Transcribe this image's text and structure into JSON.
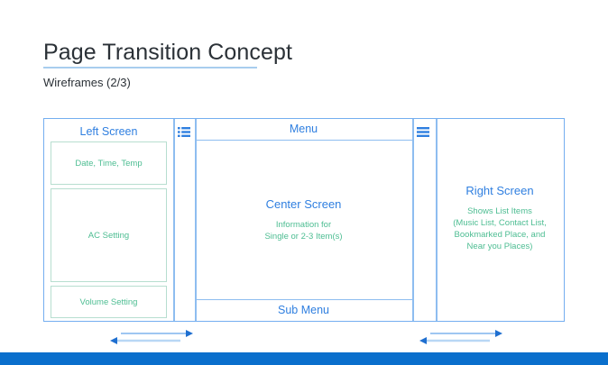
{
  "header": {
    "title": "Page Transition Concept",
    "subtitle": "Wireframes (2/3)"
  },
  "colors": {
    "blue_text": "#2f7fe0",
    "blue_line": "#8ebdf0",
    "green_text": "#4dbd92",
    "green_line": "#b7ded0",
    "bottom_bar": "#0a6fcc",
    "title_rule": "#a8cdee"
  },
  "wireframe": {
    "left_screen": {
      "heading": "Left Screen",
      "boxes": [
        {
          "label": "Date, Time, Temp"
        },
        {
          "label": "AC Setting"
        },
        {
          "label": "Volume Setting"
        }
      ]
    },
    "icons": {
      "left": "list-icon",
      "right": "hamburger-menu-icon"
    },
    "center_screen": {
      "menu_label": "Menu",
      "title": "Center Screen",
      "description_line1": "Information for",
      "description_line2": "Single or 2-3 Item(s)",
      "submenu_label": "Sub Menu"
    },
    "right_screen": {
      "title": "Right Screen",
      "description_line1": "Shows List Items",
      "description_line2": "(Music List, Contact List,",
      "description_line3": "Bookmarked Place, and",
      "description_line4": "Near you Places)"
    },
    "arrows": {
      "left_pair": "bidirectional-transition-arrows",
      "right_pair": "bidirectional-transition-arrows"
    }
  }
}
